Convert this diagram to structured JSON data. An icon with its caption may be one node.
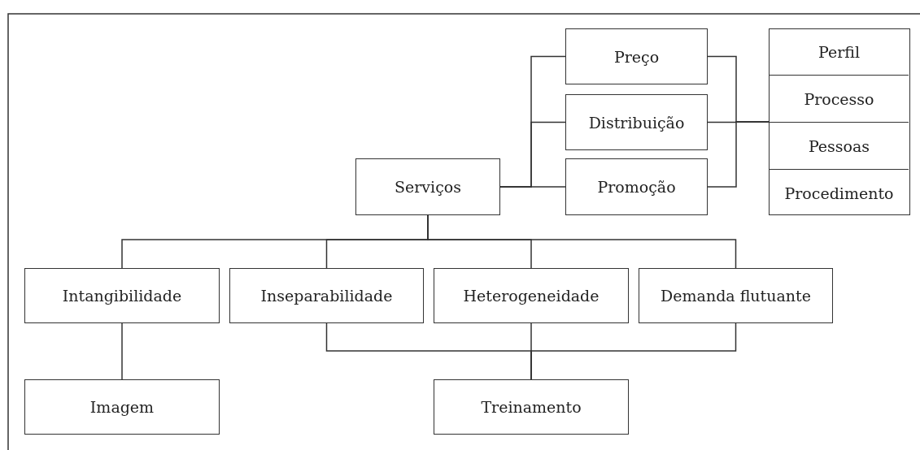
{
  "diagram": {
    "nodes": [
      {
        "text": [
          "Serviços"
        ]
      },
      {
        "text": [
          "Preço"
        ]
      },
      {
        "text": [
          "Distribuição"
        ]
      },
      {
        "text": [
          "Promoção"
        ]
      },
      {
        "text": [],
        "shape": "box"
      },
      {
        "text": [
          "Perfil"
        ],
        "in": 4
      },
      {
        "text": [
          "Processo"
        ],
        "in": 4
      },
      {
        "text": [
          "Pessoas"
        ],
        "in": 4
      },
      {
        "text": [
          "Procedimento"
        ],
        "in": 4
      },
      {
        "text": [
          "Intangibilidade"
        ]
      },
      {
        "text": [
          "Inseparabilidade"
        ]
      },
      {
        "text": [
          "Heterogeneidade"
        ]
      },
      {
        "text": [
          "Demanda flutuante"
        ]
      },
      {
        "text": [
          "Imagem"
        ]
      },
      {
        "text": [
          "Treinamento"
        ]
      }
    ],
    "edges": [
      {
        "from": 0,
        "to": 1,
        "arrow": "none"
      },
      {
        "from": 0,
        "to": 2,
        "arrow": "none"
      },
      {
        "from": 0,
        "to": 3,
        "arrow": "none"
      },
      {
        "from": 1,
        "to": 4,
        "arrow": "none"
      },
      {
        "from": 2,
        "to": 4,
        "arrow": "none"
      },
      {
        "from": 3,
        "to": 4,
        "arrow": "none"
      },
      {
        "from": 0,
        "to": 9,
        "arrow": "none"
      },
      {
        "from": 0,
        "to": 10,
        "arrow": "none"
      },
      {
        "from": 0,
        "to": 11,
        "arrow": "none"
      },
      {
        "from": 0,
        "to": 12,
        "arrow": "none"
      },
      {
        "from": 9,
        "to": 13,
        "arrow": "none"
      },
      {
        "from": 10,
        "to": 14,
        "arrow": "none"
      },
      {
        "from": 11,
        "to": 14,
        "arrow": "none"
      },
      {
        "from": 12,
        "to": 14,
        "arrow": "none"
      }
    ]
  }
}
